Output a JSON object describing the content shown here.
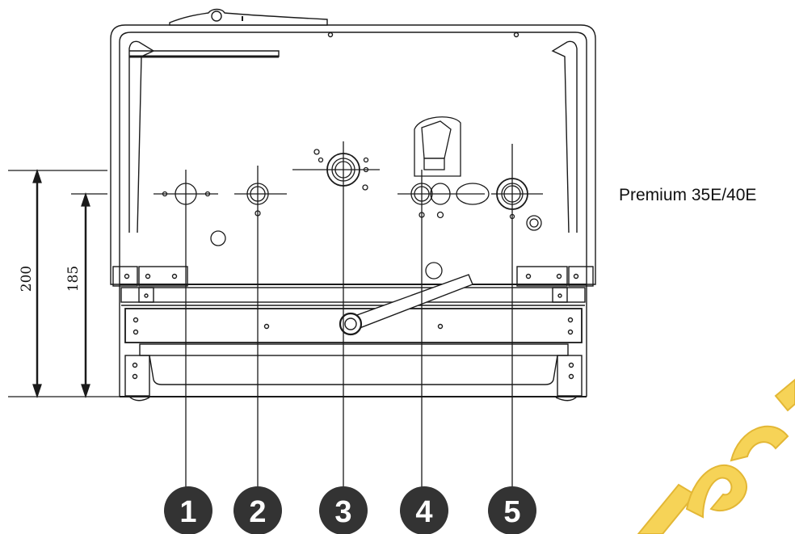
{
  "title": "Premium 35E/40E",
  "dimensions": [
    {
      "label": "200"
    },
    {
      "label": "185"
    }
  ],
  "callouts": [
    "1",
    "2",
    "3",
    "4",
    "5"
  ],
  "colors": {
    "line": "#1a1a1a",
    "callout_fill": "#333333",
    "watermark": "#f2c230"
  }
}
